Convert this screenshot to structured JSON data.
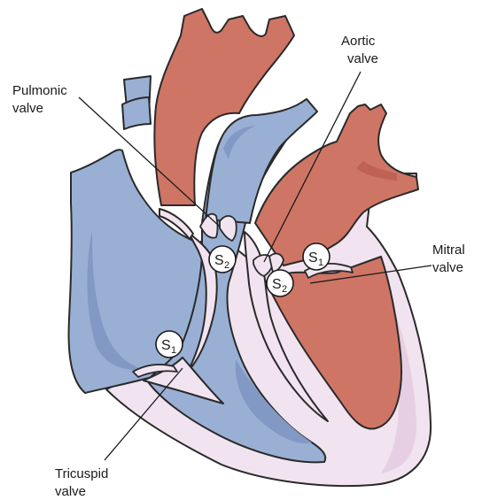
{
  "labels": {
    "aortic": [
      "Aortic",
      "valve"
    ],
    "pulmonic": [
      "Pulmonic",
      "valve"
    ],
    "mitral": [
      "Mitral",
      "valve"
    ],
    "tricuspid": [
      "Tricuspid",
      "valve"
    ]
  },
  "sounds": {
    "s1_top": {
      "main": "S",
      "sub": "1"
    },
    "s2_left": {
      "main": "S",
      "sub": "2"
    },
    "s2_right": {
      "main": "S",
      "sub": "2"
    },
    "s1_bottom": {
      "main": "S",
      "sub": "1"
    }
  },
  "colors": {
    "oxygenated": "#cf7565",
    "deoxygenated": "#99b0d4",
    "myocardium": "#f1e3ef"
  }
}
